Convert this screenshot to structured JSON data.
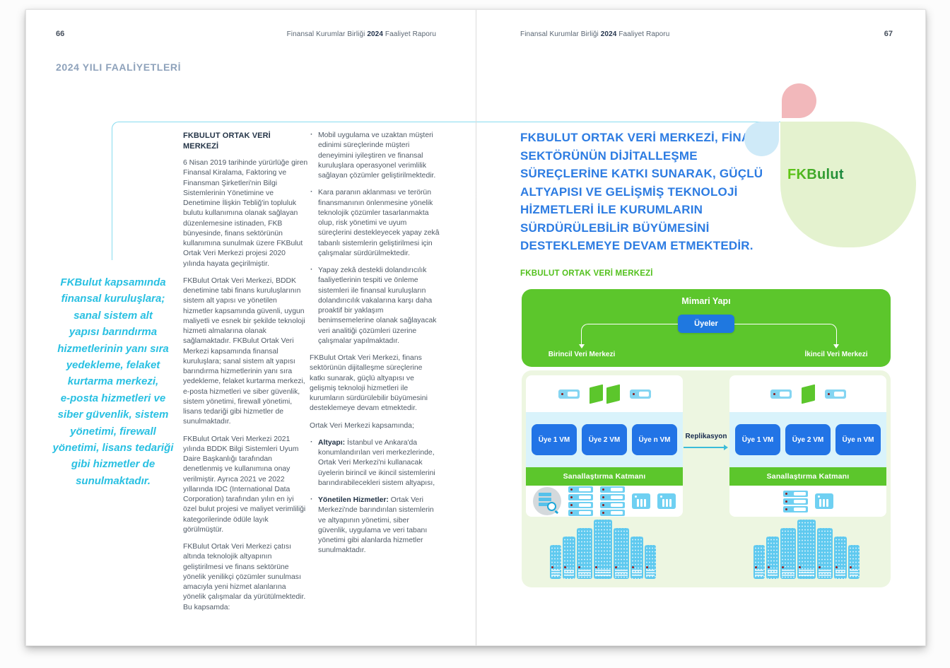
{
  "report_header": {
    "left": "Finansal Kurumlar Birliği",
    "year": "2024",
    "right": "Faaliyet Raporu"
  },
  "left_page": {
    "page_number": "66",
    "section_title": "2024 YILI FAALİYETLERİ",
    "pull_quote": "FKBulut kapsamında\nfinansal kuruluşlara;\nsanal sistem alt\nyapısı barındırma\nhizmetlerinin yanı sıra\nyedekleme, felaket\nkurtarma merkezi,\ne-posta hizmetleri ve\nsiber güvenlik, sistem\nyönetimi, firewall\nyönetimi, lisans tedariği\ngibi hizmetler de\nsunulmaktadır.",
    "column1": {
      "heading": "FKBULUT ORTAK VERİ MERKEZİ",
      "paragraphs": [
        "6 Nisan 2019 tarihinde yürürlüğe giren Finansal Kiralama, Faktoring ve Finansman Şirketleri'nin Bilgi Sistemlerinin Yönetimine ve Denetimine İlişkin Tebliğ'in topluluk bulutu kullanımına olanak sağlayan düzenlemesine istinaden, FKB bünyesinde, finans sektörünün kullanımına sunulmak üzere FKBulut Ortak Veri Merkezi projesi 2020 yılında hayata geçirilmiştir.",
        "FKBulut Ortak Veri Merkezi, BDDK denetimine tabi finans kuruluşlarının sistem alt yapısı ve yönetilen hizmetler kapsamında güvenli, uygun maliyetli ve esnek bir şekilde teknoloji hizmeti almalarına olanak sağlamaktadır. FKBulut Ortak Veri Merkezi kapsamında finansal kuruluşlara; sanal sistem alt yapısı barındırma hizmetlerinin yanı sıra yedekleme, felaket kurtarma merkezi, e-posta hizmetleri ve siber güvenlik, sistem yönetimi, firewall yönetimi, lisans tedariği gibi hizmetler de sunulmaktadır.",
        "FKBulut Ortak Veri Merkezi 2021 yılında BDDK Bilgi Sistemleri Uyum Daire Başkanlığı tarafından denetlenmiş ve kullanımına onay verilmiştir. Ayrıca 2021 ve 2022 yıllarında IDC (International Data Corporation) tarafından yılın en iyi özel bulut projesi ve maliyet verimliliği kategorilerinde ödüle layık görülmüştür.",
        "FKBulut Ortak Veri Merkezi çatısı altında teknolojik altyapının geliştirilmesi ve finans sektörüne yönelik yenilikçi çözümler sunulması amacıyla yeni hizmet alanlarına yönelik çalışmalar da yürütülmektedir. Bu kapsamda:"
      ]
    },
    "column2": {
      "bullets": [
        "Mobil uygulama ve uzaktan müşteri edinimi süreçlerinde müşteri deneyimini iyileştiren ve finansal kuruluşlara operasyonel verimlilik sağlayan çözümler geliştirilmektedir.",
        "Kara paranın aklanması ve terörün finansmanının önlenmesine yönelik teknolojik çözümler tasarlanmakta olup, risk yönetimi ve uyum süreçlerini destekleyecek yapay zekâ tabanlı sistemlerin geliştirilmesi için çalışmalar sürdürülmektedir.",
        "Yapay zekâ destekli dolandırıcılık faaliyetlerinin tespiti ve önleme sistemleri ile finansal kuruluşların dolandırıcılık vakalarına karşı daha proaktif bir yaklaşım benimsemelerine olanak sağlayacak veri analitiği çözümleri üzerine çalışmalar yapılmaktadır."
      ],
      "paragraphs": [
        "FKBulut Ortak Veri Merkezi, finans sektörünün dijitalleşme süreçlerine katkı sunarak, güçlü altyapısı ve gelişmiş teknoloji hizmetleri ile kurumların sürdürülebilir büyümesini desteklemeye devam etmektedir.",
        "Ortak Veri Merkezi kapsamında;"
      ],
      "detail_bullets": [
        {
          "lead": "Altyapı: ",
          "text": "İstanbul ve Ankara'da konumlandırılan veri merkezlerinde, Ortak Veri Merkezi'ni kullanacak üyelerin birincil ve ikincil sistemlerini barındırabilecekleri sistem altyapısı,"
        },
        {
          "lead": "Yönetilen Hizmetler: ",
          "text": "Ortak Veri Merkezi'nde barındırılan sistemlerin ve altyapının yönetimi, siber güvenlik, uygulama ve veri tabanı yönetimi gibi alanlarda hizmetler sunulmaktadır."
        }
      ]
    }
  },
  "right_page": {
    "page_number": "67",
    "headline": "FKBULUT ORTAK VERİ MERKEZİ, FİNANS\nSEKTÖRÜNÜN DİJİTALLEŞME\nSÜREÇLERİNE KATKI SUNARAK, GÜÇLÜ\nALTYAPISI VE GELİŞMİŞ TEKNOLOJİ\nHİZMETLERİ İLE KURUMLARIN\nSÜRDÜRÜLEBİLİR BÜYÜMESİNİ\nDESTEKLEMEYE DEVAM ETMEKTEDİR.",
    "logo": {
      "text": "FKBulut"
    },
    "diagram": {
      "title": "FKBULUT ORTAK VERİ MERKEZİ",
      "architecture_label": "Mimari Yapı",
      "members_label": "Üyeler",
      "primary_dc_label": "Birincil Veri Merkezi",
      "secondary_dc_label": "İkincil Veri Merkezi",
      "vm_labels": [
        "Üye 1 VM",
        "Üye 2 VM",
        "Üye n VM"
      ],
      "virtualization_label": "Sanallaştırma Katmanı",
      "replication_label": "Replikasyon"
    },
    "icons": {
      "network_switch": "switch-icon",
      "compute_card": "parallelogram-card-icon",
      "storage_array": "storage-stack-icon",
      "disk_shelf": "disk-shelf-icon",
      "storage_monitor": "storage-magnifier-icon",
      "server_rack": "server-rack-icon"
    }
  },
  "colors": {
    "accent_green": "#5cc62c",
    "accent_blue": "#2274e6",
    "accent_cyan": "#29c0e2",
    "headline_blue": "#2d7ce2",
    "pale_green_panel": "#edf6e1",
    "cyan_band": "#d9f3fb",
    "logo_pink": "#f2b8bb",
    "logo_light_blue": "#cfeaf8",
    "logo_pale_green": "#e4f2cf",
    "icon_light_blue": "#6fd0f2"
  }
}
